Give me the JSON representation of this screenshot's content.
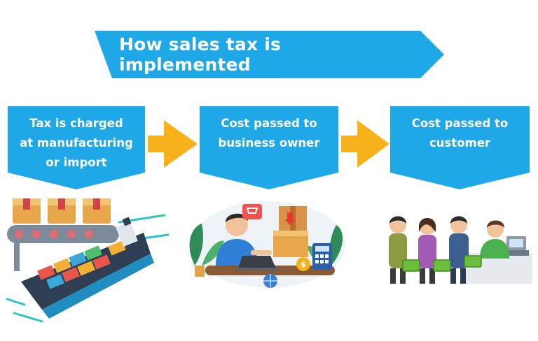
{
  "title": "How sales tax is implemented",
  "steps": [
    {
      "line1": "Tax is charged",
      "line2": "at manufacturing",
      "line3": "or import"
    },
    {
      "line1": "Cost passed to",
      "line2": "business owner"
    },
    {
      "line1": "Cost passed to",
      "line2": "customer"
    }
  ],
  "colors": {
    "banner": "#1ea8e8",
    "arrow": "#f7b21b"
  },
  "icons": [
    "cargo-ship-illustration",
    "business-owner-illustration",
    "checkout-line-illustration"
  ]
}
